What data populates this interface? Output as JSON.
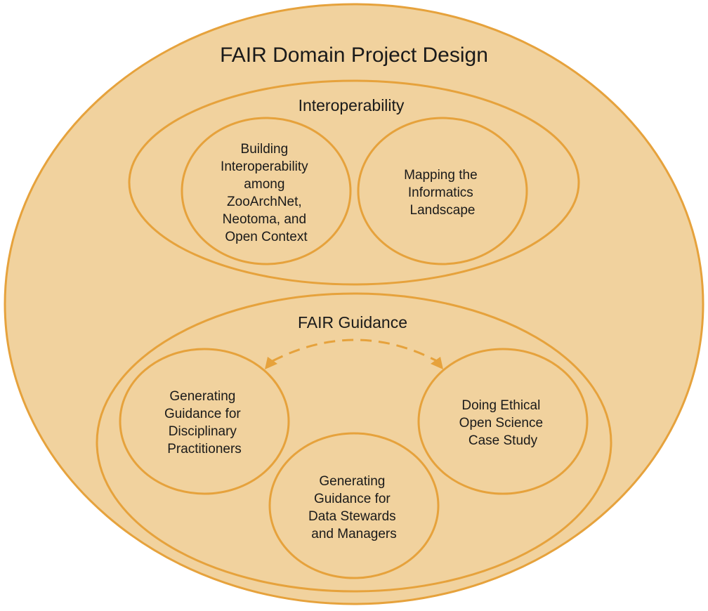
{
  "diagram": {
    "title": "FAIR Domain Project Design",
    "groups": [
      {
        "title": "Interoperability",
        "nodes": [
          {
            "lines": [
              "Building",
              "Interoperability",
              "among",
              "ZooArchNet,",
              "Neotoma, and",
              "Open Context"
            ]
          },
          {
            "lines": [
              "Mapping the",
              "Informatics",
              "Landscape"
            ]
          }
        ]
      },
      {
        "title": "FAIR Guidance",
        "nodes": [
          {
            "lines": [
              "Generating",
              "Guidance for",
              "Disciplinary",
              "Practitioners"
            ]
          },
          {
            "lines": [
              "Doing Ethical",
              "Open Science",
              "Case Study"
            ]
          },
          {
            "lines": [
              "Generating",
              "Guidance for",
              "Data Stewards",
              "and Managers"
            ]
          }
        ]
      }
    ],
    "connectors": [
      {
        "type": "dashed-bidirectional-arrow",
        "from_node": "Generating Guidance for Disciplinary Practitioners",
        "to_node": "Doing Ethical Open Science Case Study"
      }
    ],
    "colors": {
      "fill": "#f1d29e",
      "stroke": "#e6a23c",
      "text": "#1a1a1a",
      "background": "#ffffff"
    }
  }
}
